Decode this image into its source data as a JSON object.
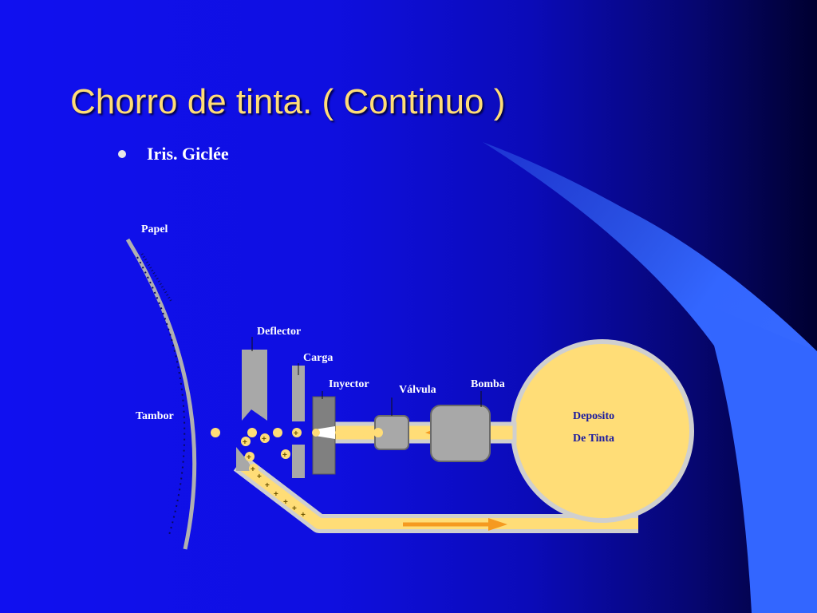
{
  "slide": {
    "title": "Chorro de tinta. ( Continuo )",
    "bullet": "Iris. Giclée"
  },
  "labels": {
    "papel": "Papel",
    "tambor": "Tambor",
    "deflector": "Deflector",
    "carga": "Carga",
    "inyector": "Inyector",
    "valvula": "Válvula",
    "bomba": "Bomba",
    "deposito_line1": "Deposito",
    "deposito_line2": "De Tinta"
  },
  "colors": {
    "ink": "#ffdd77",
    "device_gray": "#a8a8a8",
    "arrow": "#f59a20",
    "swoosh": "#3366ff"
  }
}
